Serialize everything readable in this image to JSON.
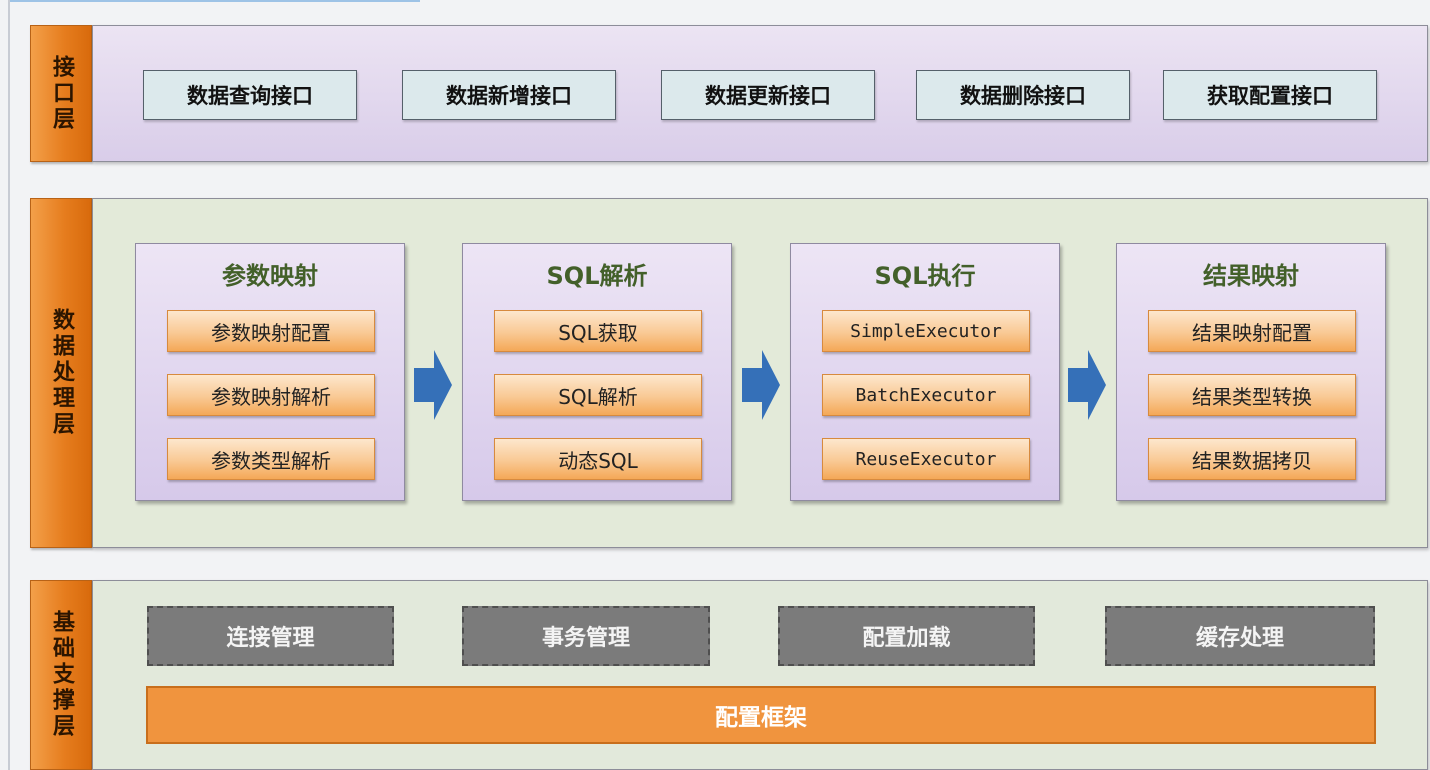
{
  "layers": {
    "interface": {
      "label": "接口层",
      "apis": [
        "数据查询接口",
        "数据新增接口",
        "数据更新接口",
        "数据删除接口",
        "获取配置接口"
      ]
    },
    "data_processing": {
      "label": "数据处理层",
      "modules": [
        {
          "title": "参数映射",
          "items": [
            "参数映射配置",
            "参数映射解析",
            "参数类型解析"
          ]
        },
        {
          "title": "SQL解析",
          "items": [
            "SQL获取",
            "SQL解析",
            "动态SQL"
          ]
        },
        {
          "title": "SQL执行",
          "items": [
            "SimpleExecutor",
            "BatchExecutor",
            "ReuseExecutor"
          ]
        },
        {
          "title": "结果映射",
          "items": [
            "结果映射配置",
            "结果类型转换",
            "结果数据拷贝"
          ]
        }
      ]
    },
    "foundation": {
      "label": "基础支撑层",
      "components": [
        "连接管理",
        "事务管理",
        "配置加载",
        "缓存处理"
      ],
      "framework": "配置框架"
    }
  },
  "colors": {
    "layer_label": "#e67d1e",
    "module_title": "#43602a",
    "flow_arrow": "#3570b8",
    "base_box": "#7b7b7b",
    "config_bar": "#f0943e"
  },
  "icons": {
    "flow": "right-arrow-icon"
  }
}
